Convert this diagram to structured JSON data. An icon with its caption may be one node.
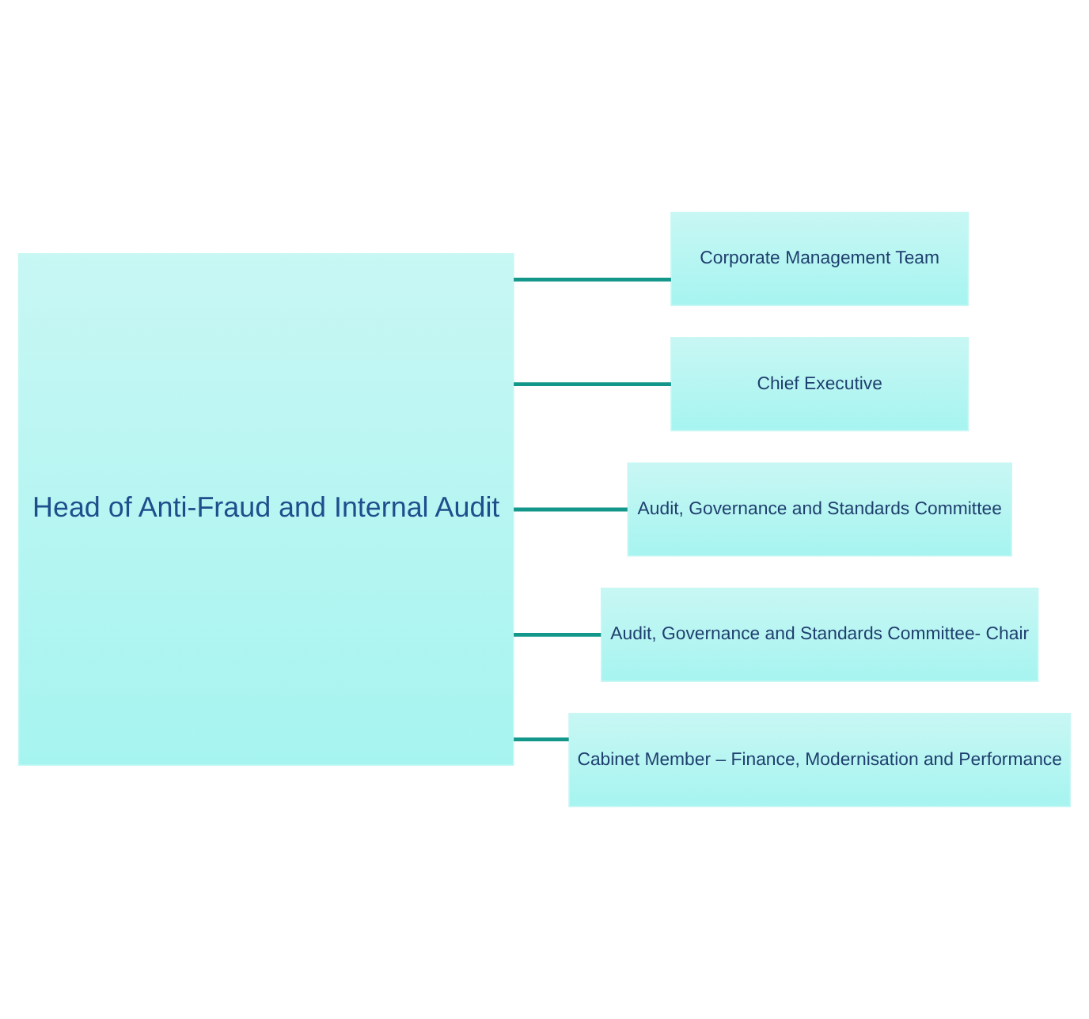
{
  "diagram": {
    "nodes": [
      {
        "text": [
          "Head of Anti-Fraud and Internal Audit"
        ]
      },
      {
        "text": [
          "Corporate Management Team"
        ]
      },
      {
        "text": [
          "Chief Executive"
        ]
      },
      {
        "text": [
          "Audit, Governance and Standards Committee"
        ]
      },
      {
        "text": [
          "Audit, Governance and Standards Committee- Chair"
        ]
      },
      {
        "text": [
          "Cabinet Member – Finance, Modernisation and Performance"
        ]
      }
    ],
    "edges": [
      {
        "from": 0,
        "to": 1,
        "arrow": "none"
      },
      {
        "from": 0,
        "to": 2,
        "arrow": "none"
      },
      {
        "from": 0,
        "to": 3,
        "arrow": "none"
      },
      {
        "from": 0,
        "to": 4,
        "arrow": "none"
      },
      {
        "from": 0,
        "to": 5,
        "arrow": "none"
      }
    ]
  }
}
